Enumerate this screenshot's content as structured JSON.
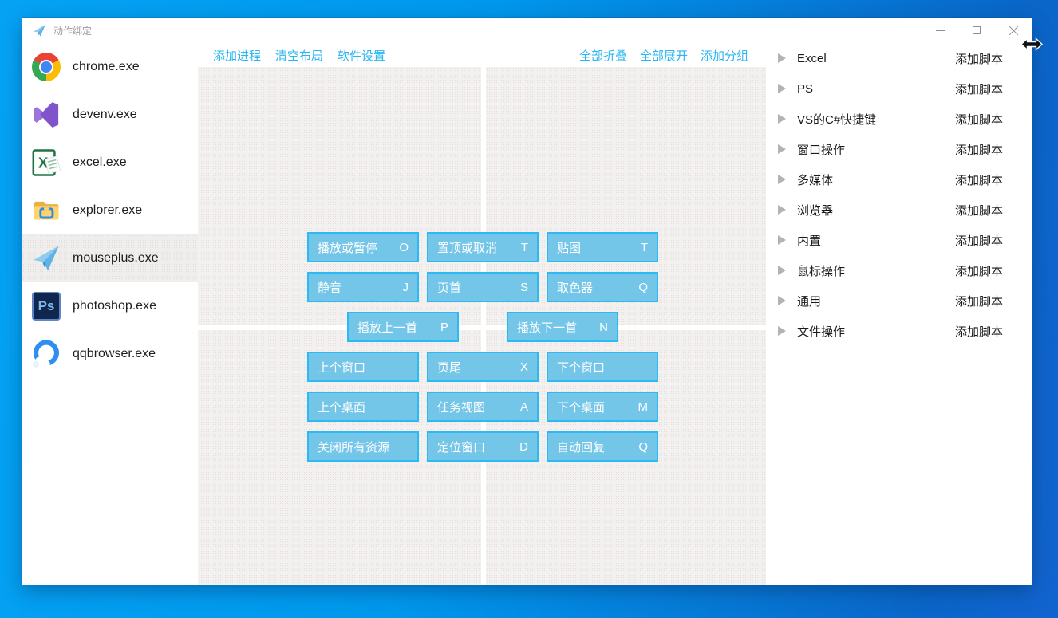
{
  "window": {
    "title": "动作绑定"
  },
  "sidebar": {
    "items": [
      {
        "name": "chrome.exe",
        "icon": "chrome-icon"
      },
      {
        "name": "devenv.exe",
        "icon": "visual-studio-icon"
      },
      {
        "name": "excel.exe",
        "icon": "excel-icon"
      },
      {
        "name": "explorer.exe",
        "icon": "folder-explorer-icon"
      },
      {
        "name": "mouseplus.exe",
        "icon": "paper-plane-icon",
        "selected": true
      },
      {
        "name": "photoshop.exe",
        "icon": "photoshop-icon",
        "badge": "Ps"
      },
      {
        "name": "qqbrowser.exe",
        "icon": "qqbrowser-icon"
      }
    ]
  },
  "toolbar": {
    "left": [
      "添加进程",
      "清空布局",
      "软件设置"
    ],
    "right": [
      "全部折叠",
      "全部展开",
      "添加分组"
    ]
  },
  "main": {
    "buttons": [
      {
        "label": "播放或暂停",
        "key": "O"
      },
      {
        "label": "置顶或取消",
        "key": "T"
      },
      {
        "label": "贴图",
        "key": "T"
      },
      {
        "label": "静音",
        "key": "J"
      },
      {
        "label": "页首",
        "key": "S"
      },
      {
        "label": "取色器",
        "key": "Q"
      },
      {
        "label": "播放上一首",
        "key": "P"
      },
      {
        "label": "播放下一首",
        "key": "N"
      },
      {
        "label": "上个窗口",
        "key": ""
      },
      {
        "label": "页尾",
        "key": "X"
      },
      {
        "label": "下个窗口",
        "key": ""
      },
      {
        "label": "上个桌面",
        "key": ""
      },
      {
        "label": "任务视图",
        "key": "A"
      },
      {
        "label": "下个桌面",
        "key": "M"
      },
      {
        "label": "关闭所有资源",
        "key": ""
      },
      {
        "label": "定位窗口",
        "key": "D"
      },
      {
        "label": "自动回复",
        "key": "Q"
      }
    ]
  },
  "right_panel": {
    "add_script_label": "添加脚本",
    "groups": [
      {
        "label": "Excel"
      },
      {
        "label": "PS"
      },
      {
        "label": "VS的C#快捷键"
      },
      {
        "label": "窗口操作"
      },
      {
        "label": "多媒体"
      },
      {
        "label": "浏览器"
      },
      {
        "label": "内置"
      },
      {
        "label": "鼠标操作"
      },
      {
        "label": "通用"
      },
      {
        "label": "文件操作"
      }
    ]
  },
  "colors": {
    "accent": "#29b6f2",
    "button_fill": "#74c6e8",
    "button_border": "#2db9f3",
    "desktop_blue": "#0098ec"
  }
}
